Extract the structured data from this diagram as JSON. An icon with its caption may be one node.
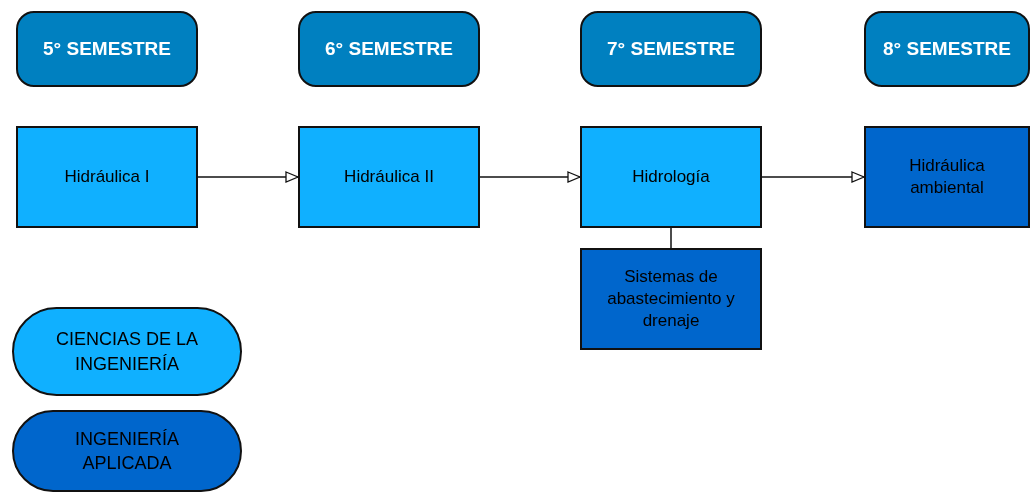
{
  "diagram": {
    "nodes": [
      {
        "text": [
          "5° SEMESTRE"
        ]
      },
      {
        "text": [
          "6° SEMESTRE"
        ]
      },
      {
        "text": [
          "7° SEMESTRE"
        ]
      },
      {
        "text": [
          "8° SEMESTRE"
        ]
      },
      {
        "text": [
          "Hidráulica I"
        ]
      },
      {
        "text": [
          "Hidráulica II"
        ]
      },
      {
        "text": [
          "Hidrología"
        ]
      },
      {
        "text": [
          "Hidráulica ambiental"
        ]
      },
      {
        "text": [
          "Sistemas de abastecimiento y drenaje"
        ]
      }
    ],
    "edges": [
      {
        "from": 4,
        "to": 5,
        "arrow": "to"
      },
      {
        "from": 5,
        "to": 6,
        "arrow": "to"
      },
      {
        "from": 6,
        "to": 7,
        "arrow": "to"
      },
      {
        "from": 6,
        "to": 8,
        "arrow": "none"
      }
    ],
    "legend": [
      {
        "text": "CIENCIAS DE LA INGENIERÍA",
        "color": "#10b0ff"
      },
      {
        "text": "INGENIERÍA APLICADA",
        "color": "#0066cc"
      }
    ]
  }
}
